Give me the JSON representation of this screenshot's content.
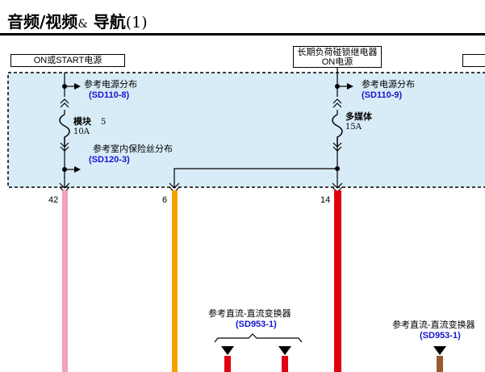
{
  "title": {
    "main": "音频/视频",
    "amp": "&",
    "nav": " 导航",
    "page": "(1)"
  },
  "power_sources": {
    "left": "ON或START电源",
    "middle_line1": "长期负荷碰锁继电器",
    "middle_line2": "ON电源"
  },
  "left_branch": {
    "ref1_label": "参考电源分布",
    "ref1_code": "(SD110-8)",
    "fuse_name": "模块",
    "fuse_number": "5",
    "fuse_rating": "10A",
    "ref2_label": "参考室内保险丝分布",
    "ref2_code": "(SD120-3)"
  },
  "right_branch": {
    "ref1_label": "参考电源分布",
    "ref1_code": "(SD110-9)",
    "fuse_name": "多媒体",
    "fuse_rating": "15A"
  },
  "pins": [
    "42",
    "6",
    "14"
  ],
  "lower_refs": [
    {
      "label": "参考直流-直流变换器",
      "code": "(SD953-1)"
    },
    {
      "label": "参考直流-直流变换器",
      "code": "(SD953-1)"
    }
  ],
  "colors": {
    "fuse_box_fill": "#d8ecf7",
    "wire_pink": "#f0a0c0",
    "wire_orange": "#f6a000",
    "wire_red": "#e00010",
    "wire_brown": "#9a5a30",
    "ref_blue": "#1515d0"
  }
}
